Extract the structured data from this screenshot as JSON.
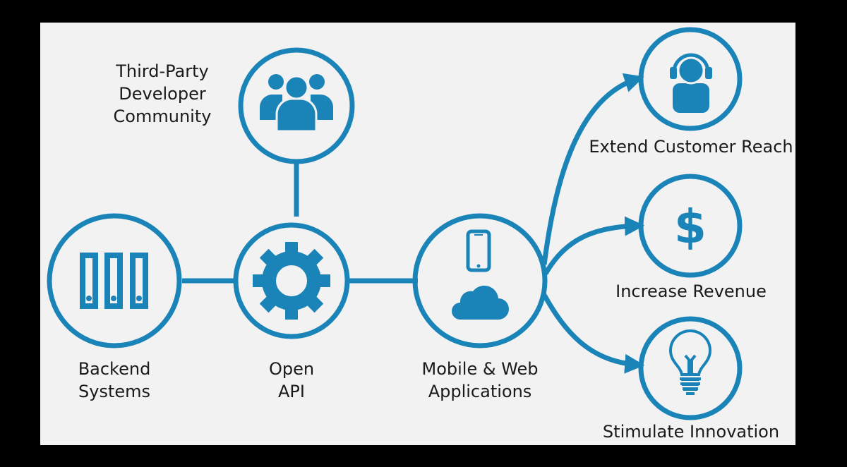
{
  "diagram": {
    "colors": {
      "accent": "#1a84b8",
      "background": "#f2f2f2",
      "frame": "#000000",
      "text": "#1a1a1a"
    },
    "nodes": {
      "community": {
        "icon": "people-group-icon",
        "label_lines": [
          "Third-Party",
          "Developer",
          "Community"
        ]
      },
      "backend": {
        "icon": "server-racks-icon",
        "label_lines": [
          "Backend",
          "Systems"
        ]
      },
      "api": {
        "icon": "gear-icon",
        "label_lines": [
          "Open",
          "API"
        ]
      },
      "apps": {
        "icon": "phone-cloud-icon",
        "label_lines": [
          "Mobile & Web",
          "Applications"
        ]
      },
      "reach": {
        "icon": "headset-person-icon",
        "label_lines": [
          "Extend Customer Reach"
        ]
      },
      "revenue": {
        "icon": "dollar-icon",
        "label_lines": [
          "Increase Revenue"
        ]
      },
      "innovation": {
        "icon": "lightbulb-icon",
        "label_lines": [
          "Stimulate Innovation"
        ]
      }
    },
    "connections": [
      {
        "from": "community",
        "to": "api",
        "type": "line"
      },
      {
        "from": "backend",
        "to": "api",
        "type": "line"
      },
      {
        "from": "api",
        "to": "apps",
        "type": "line"
      },
      {
        "from": "apps",
        "to": "reach",
        "type": "arrow"
      },
      {
        "from": "apps",
        "to": "revenue",
        "type": "arrow"
      },
      {
        "from": "apps",
        "to": "innovation",
        "type": "arrow"
      }
    ]
  }
}
